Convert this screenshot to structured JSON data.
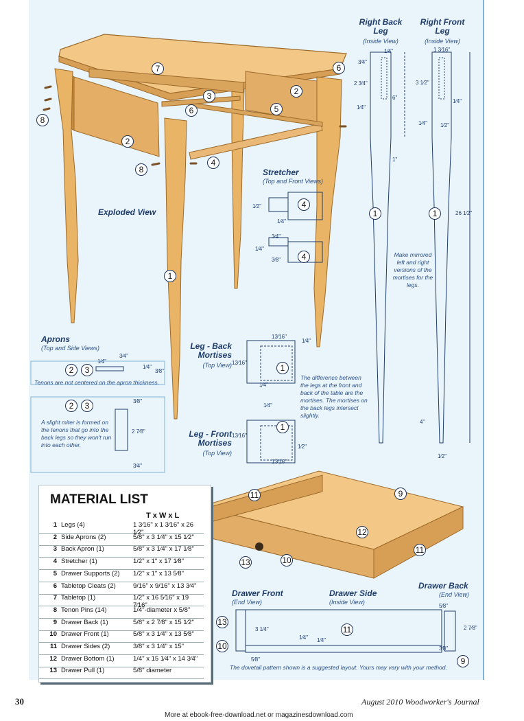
{
  "labels": {
    "exploded_view": "Exploded View",
    "right_back_leg": "Right Back Leg",
    "right_back_leg_sub": "(Inside View)",
    "right_front_leg": "Right Front Leg",
    "right_front_leg_sub": "(Inside View)",
    "stretcher": "Stretcher",
    "stretcher_sub": "(Top and Front Views)",
    "aprons": "Aprons",
    "aprons_sub": "(Top and Side Views)",
    "leg_back_mortises": "Leg - Back Mortises",
    "leg_back_mortises_sub": "(Top View)",
    "leg_front_mortises": "Leg - Front Mortises",
    "leg_front_mortises_sub": "(Top View)",
    "drawer_front": "Drawer Front",
    "drawer_front_sub": "(End View)",
    "drawer_side": "Drawer Side",
    "drawer_side_sub": "(Inside View)",
    "drawer_back": "Drawer Back",
    "drawer_back_sub": "(End View)"
  },
  "notes": {
    "mirrored": "Make mirrored left and right versions of the mortises for the legs.",
    "tenons": "Tenons are not centered on the apron thickness.",
    "miter": "A slight miter is formed on the tenons that go into the back legs so they won't run into each other.",
    "difference": "The difference between the legs at the front and back of the table are the mortises. The mortises on the back legs intersect slightly.",
    "dovetail": "The dovetail pattern shown is a suggested layout. Yours may vary with your method."
  },
  "dims": {
    "three_quarter": "3⁄4\"",
    "one_quarter": "1⁄4\"",
    "one_half": "1⁄2\"",
    "three_eighths": "3⁄8\"",
    "five_eighths": "5⁄8\"",
    "thirteen_sixteenths": "13⁄16\"",
    "one_three_sixteenths": "1 3⁄16\"",
    "two_three_quarters": "2 3⁄4\"",
    "three_half": "3 1⁄2\"",
    "six": "6\"",
    "one": "1\"",
    "four": "4\"",
    "twenty_six_half": "26 1⁄2\"",
    "two_seven_eighths": "2 7⁄8\"",
    "three_quarter_drawer": "3 1⁄4\"",
    "two_seven_eighths_back": "2 7⁄8\""
  },
  "material_list": {
    "title": "MATERIAL LIST",
    "header": "T x W x L",
    "rows": [
      {
        "num": "1",
        "name": "Legs (4)",
        "size": "1 3⁄16\" x 1 3⁄16\" x 26 1⁄2\""
      },
      {
        "num": "2",
        "name": "Side Aprons (2)",
        "size": "5/8\" x 3 1⁄4\" x 15 1⁄2\""
      },
      {
        "num": "3",
        "name": "Back Apron (1)",
        "size": "5/8\" x 3 1⁄4\" x 17 1⁄8\""
      },
      {
        "num": "4",
        "name": "Stretcher (1)",
        "size": "1/2\" x 1\" x 17 1⁄8\""
      },
      {
        "num": "5",
        "name": "Drawer Supports (2)",
        "size": "1/2\" x 1\" x 13 5⁄8\""
      },
      {
        "num": "6",
        "name": "Tabletop Cleats (2)",
        "size": "9/16\" x 9/16\" x 13 3⁄4\""
      },
      {
        "num": "7",
        "name": "Tabletop (1)",
        "size": "1/2\" x 16 5⁄16\" x 19 7⁄16\""
      },
      {
        "num": "8",
        "name": "Tenon Pins (14)",
        "size": "1/4\"-diameter x 5/8\""
      },
      {
        "num": "9",
        "name": "Drawer Back (1)",
        "size": "5/8\" x 2 7⁄8\" x 15 1⁄2\""
      },
      {
        "num": "10",
        "name": "Drawer Front (1)",
        "size": "5/8\" x 3 1⁄4\" x 13 5⁄8\""
      },
      {
        "num": "11",
        "name": "Drawer Sides (2)",
        "size": "3/8\" x 3 1⁄4\" x 15\""
      },
      {
        "num": "12",
        "name": "Drawer Bottom (1)",
        "size": "1/4\" x 15 1⁄4\" x 14 3⁄4\""
      },
      {
        "num": "13",
        "name": "Drawer Pull (1)",
        "size": "5/8\" diameter"
      }
    ]
  },
  "callouts": [
    "1",
    "2",
    "3",
    "4",
    "5",
    "6",
    "7",
    "8",
    "9",
    "10",
    "11",
    "12",
    "13"
  ],
  "footer": {
    "page": "30",
    "issue": "August 2010  Woodworker's Journal",
    "download": "More at ebook-free-download.net or magazinesdownload.com"
  },
  "colors": {
    "panel": "#e9f4fb",
    "wood": "#e9b465",
    "wood_dark": "#c98a3a",
    "line": "#1f3d6b"
  }
}
